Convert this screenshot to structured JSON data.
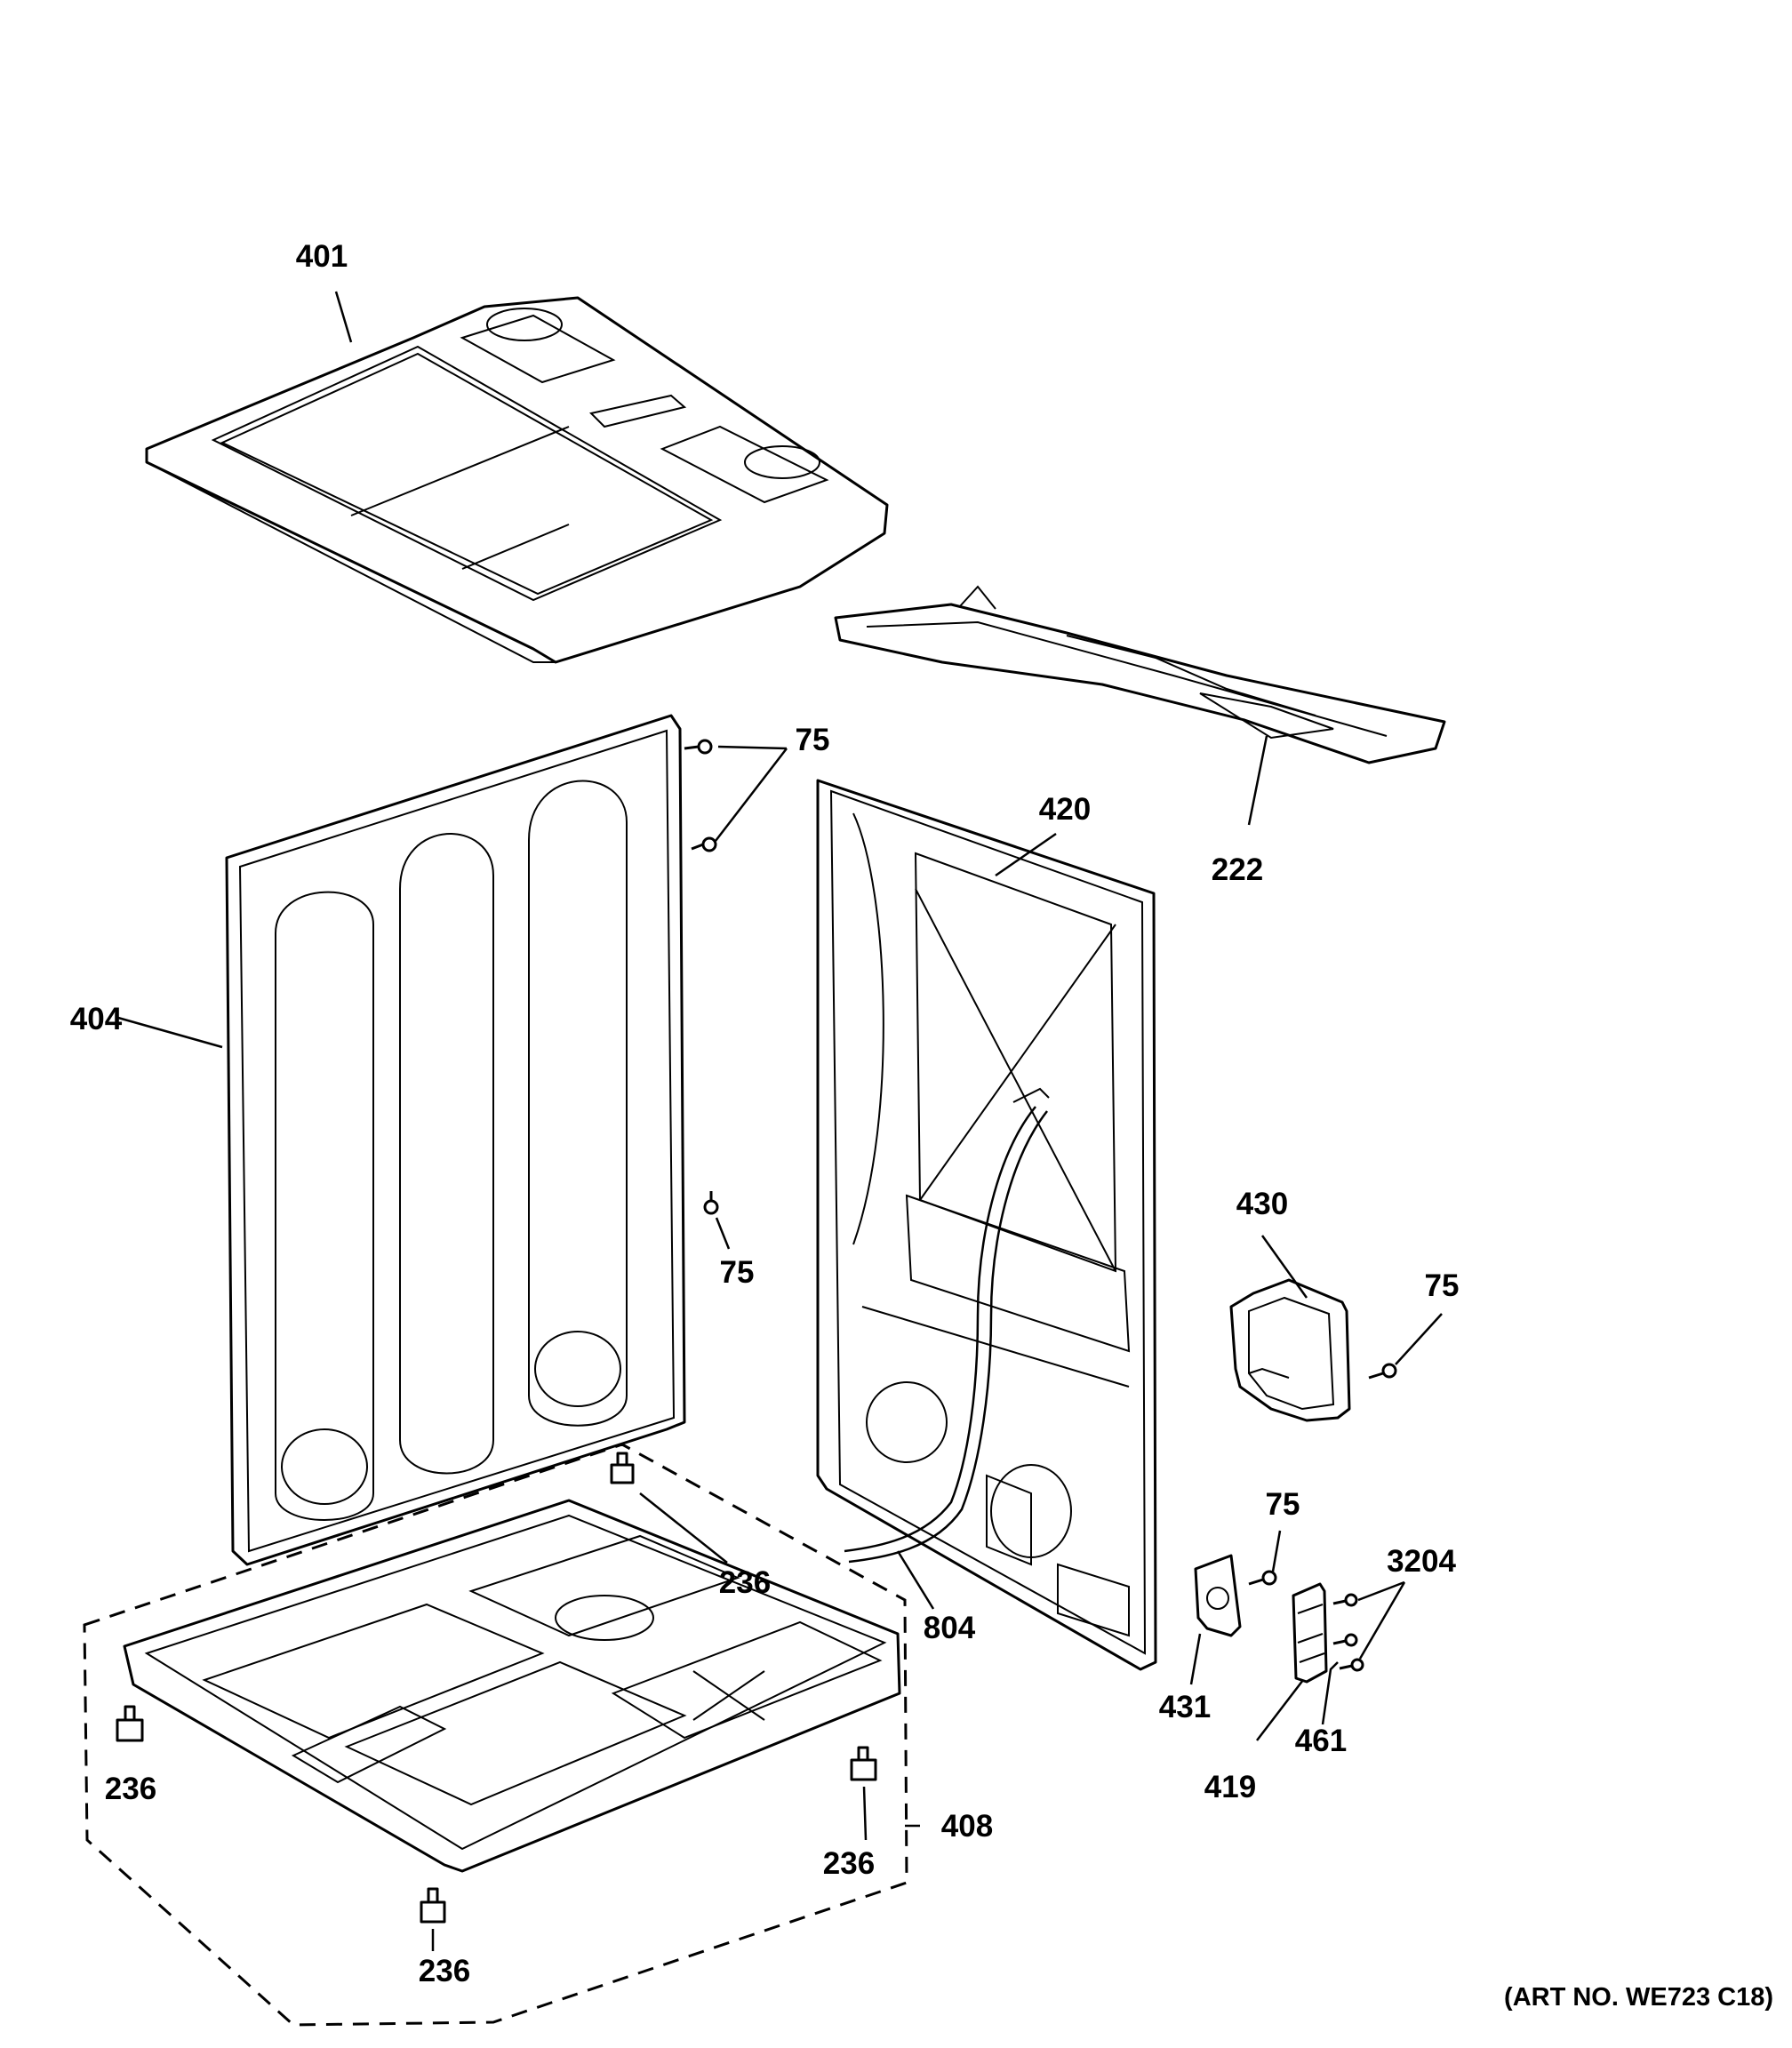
{
  "labels": {
    "top_cover": "401",
    "side_panel_left": "404",
    "top_rail": "222",
    "rear_panel": "420",
    "screw_top_a": "75",
    "screw_mid": "75",
    "screw_duct": "75",
    "screw_bracket": "75",
    "duct": "430",
    "base": "408",
    "leg_back": "236",
    "leg_left": "236",
    "leg_right": "236",
    "leg_front": "236",
    "cord": "804",
    "terminal_plate": "431",
    "terminal_block": "419",
    "screw_block": "3204",
    "bracket": "461"
  },
  "art_number": "(ART NO. WE723 C18)"
}
